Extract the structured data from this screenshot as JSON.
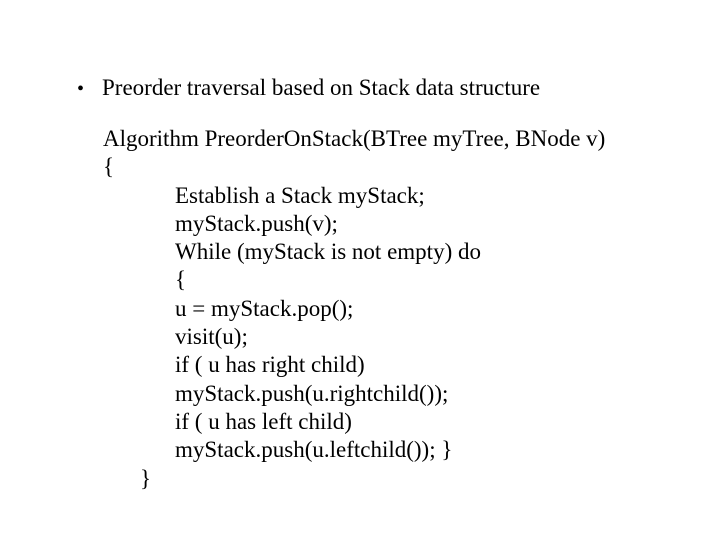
{
  "slide": {
    "colors": {
      "background": "#ffffff",
      "text": "#000000"
    },
    "title_bullet": {
      "marker": "•",
      "text": "Preorder traversal based on Stack data structure"
    },
    "algorithm": {
      "lines": [
        {
          "indent": 0,
          "text": "Algorithm PreorderOnStack(BTree myTree, BNode v)"
        },
        {
          "indent": 0,
          "text": "{"
        },
        {
          "indent": 2,
          "text": "Establish a Stack myStack;"
        },
        {
          "indent": 2,
          "text": "myStack.push(v);"
        },
        {
          "indent": 2,
          "text": "While (myStack is not empty) do"
        },
        {
          "indent": 2,
          "text": "{"
        },
        {
          "indent": 2,
          "text": "u = myStack.pop();"
        },
        {
          "indent": 2,
          "text": "visit(u);"
        },
        {
          "indent": 2,
          "text": "if ( u has right child)"
        },
        {
          "indent": 2,
          "text": "myStack.push(u.rightchild());"
        },
        {
          "indent": 2,
          "text": "if ( u has left child)"
        },
        {
          "indent": 2,
          "text": "myStack.push(u.leftchild()); }"
        },
        {
          "indent": 1,
          "text": "}"
        }
      ]
    }
  }
}
